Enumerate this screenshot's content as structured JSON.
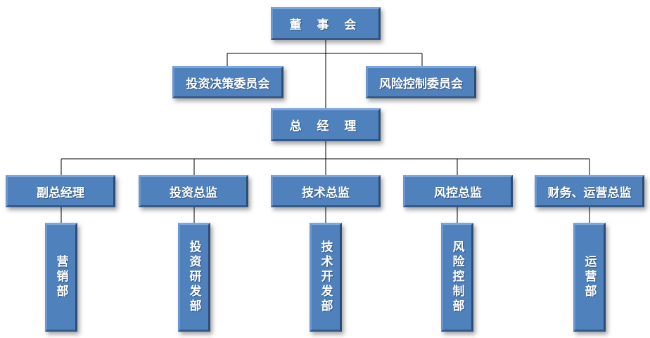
{
  "board": "董 事 会",
  "committees": [
    "投资决策委员会",
    "风险控制委员会"
  ],
  "gm": "总 经 理",
  "directors": [
    "副总经理",
    "投资总监",
    "技术总监",
    "风控总监",
    "财务、运营总监"
  ],
  "departments": [
    "营销部",
    "投资研发部",
    "技术开发部",
    "风险控制部",
    "运营部"
  ],
  "colors": {
    "box": "#4f81bd",
    "line": "#000000"
  }
}
